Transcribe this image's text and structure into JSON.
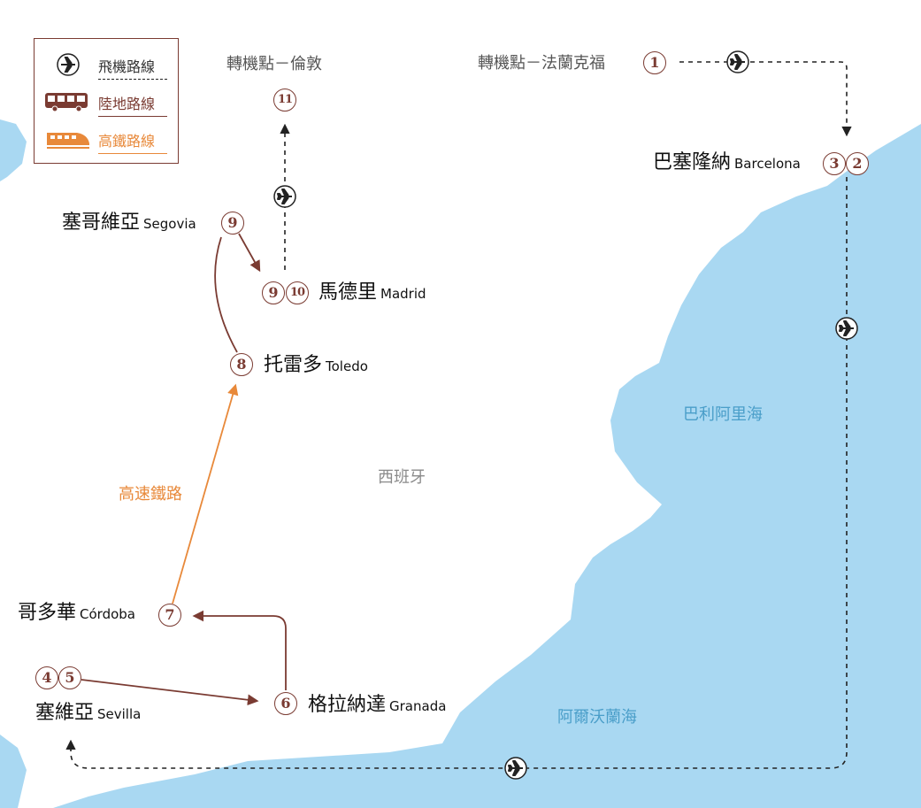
{
  "legend": {
    "flight_label": "飛機路線",
    "land_label": "陸地路線",
    "rail_label": "高鐵路線"
  },
  "transfers": {
    "london": "轉機點－倫敦",
    "frankfurt": "轉機點－法蘭克福"
  },
  "places": {
    "barcelona_zh": "巴塞隆納",
    "barcelona_en": "Barcelona",
    "segovia_zh": "塞哥維亞",
    "segovia_en": "Segovia",
    "madrid_zh": "馬德里",
    "madrid_en": "Madrid",
    "toledo_zh": "托雷多",
    "toledo_en": "Toledo",
    "cordoba_zh": "哥多華",
    "cordoba_en": "Córdoba",
    "sevilla_zh": "塞維亞",
    "sevilla_en": "Sevilla",
    "granada_zh": "格拉納達",
    "granada_en": "Granada"
  },
  "stops": {
    "s1": "1",
    "s2": "2",
    "s3": "3",
    "s4": "4",
    "s5": "5",
    "s6": "6",
    "s7": "7",
    "s8": "8",
    "s9a": "9",
    "s9b": "9",
    "s10": "10",
    "s11": "11"
  },
  "labels": {
    "country": "西班牙",
    "sea_balearic": "巴利阿里海",
    "sea_alboran": "阿爾沃蘭海",
    "rail_route": "高速鐵路"
  },
  "colors": {
    "land_route": "#7a3b32",
    "rail_route": "#e8893a",
    "flight_route": "#222222",
    "sea": "#a9d8f2",
    "sea_text": "#4a9ec9"
  },
  "icons": {
    "flight": "airplane-icon",
    "land": "bus-icon",
    "rail": "train-icon"
  }
}
